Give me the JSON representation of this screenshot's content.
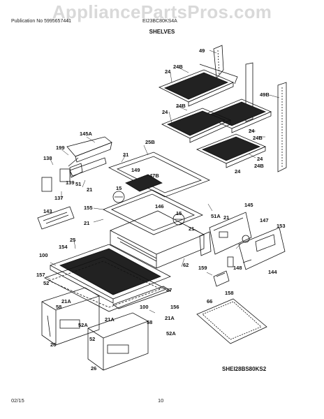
{
  "watermark": "AppliancePartsPros.com",
  "header": {
    "publication": "Publication No 5995657441",
    "model": "EI23BC80KS4A"
  },
  "title": "SHELVES",
  "diagram_code": "SHEI28BS80KS2",
  "footer": {
    "date": "02/15",
    "page": "10"
  },
  "callouts": {
    "c49": "49",
    "c24b_1": "24B",
    "c24_1": "24",
    "c49b": "49B",
    "c24b_2": "24B",
    "c24_2": "24",
    "c24_3": "24",
    "c24b_3": "24B",
    "c24_4": "24",
    "c24b_4": "24B",
    "c24_5": "24",
    "c145a": "145A",
    "c199": "199",
    "c138": "138",
    "c21_1": "21",
    "c25b": "25B",
    "c149": "149",
    "c47b": "47B",
    "c51": "51",
    "c21_2": "21",
    "c139": "139",
    "c137": "137",
    "c15_1": "15",
    "c143": "143",
    "c155": "155",
    "c146": "146",
    "c15_2": "15",
    "c21_3": "21",
    "c51a": "51A",
    "c21_4": "21",
    "c145": "145",
    "c147": "147",
    "c153": "153",
    "c21_5": "21",
    "c25": "25",
    "c154": "154",
    "c100_1": "100",
    "c62": "62",
    "c159": "159",
    "c148": "148",
    "c144": "144",
    "c157": "157",
    "c52_1": "52",
    "c158": "158",
    "c47": "47",
    "c66": "66",
    "c21a_1": "21A",
    "c58_1": "58",
    "c100_2": "100",
    "c156": "156",
    "c52a_1": "52A",
    "c21a_2": "21A",
    "c58_2": "58",
    "c21a_3": "21A",
    "c26_1": "26",
    "c52_2": "52",
    "c52a_2": "52A",
    "c26_2": "26"
  }
}
